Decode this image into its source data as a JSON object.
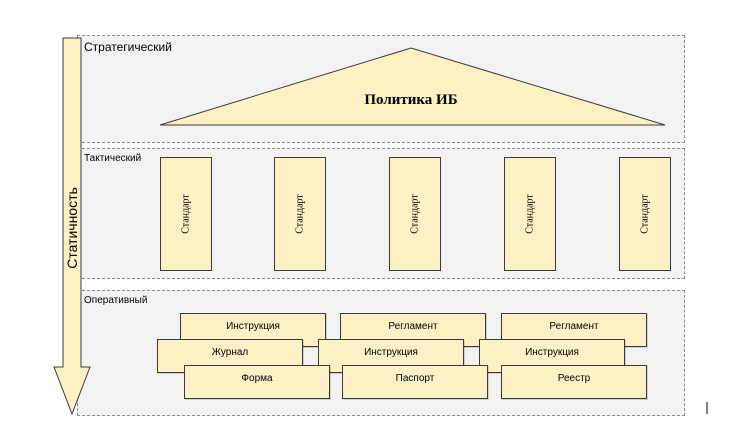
{
  "axis": {
    "label": "Статичность"
  },
  "levels": {
    "strategic": {
      "label": "Стратегический",
      "policy": "Политика ИБ"
    },
    "tactical": {
      "label": "Тактический",
      "standards": [
        "Стандарт",
        "Стандарт",
        "Стандарт",
        "Стандарт",
        "Стандарт"
      ]
    },
    "operational": {
      "label": "Оперативный",
      "docs": [
        "Инструкция",
        "Регламент",
        "Регламент",
        "Журнал",
        "Инструкция",
        "Инструкция",
        "Форма",
        "Паспорт",
        "Реестр"
      ]
    }
  },
  "colors": {
    "fill": "#fdf0c4",
    "band": "#f2f2f2",
    "border": "#8c8c8c"
  }
}
